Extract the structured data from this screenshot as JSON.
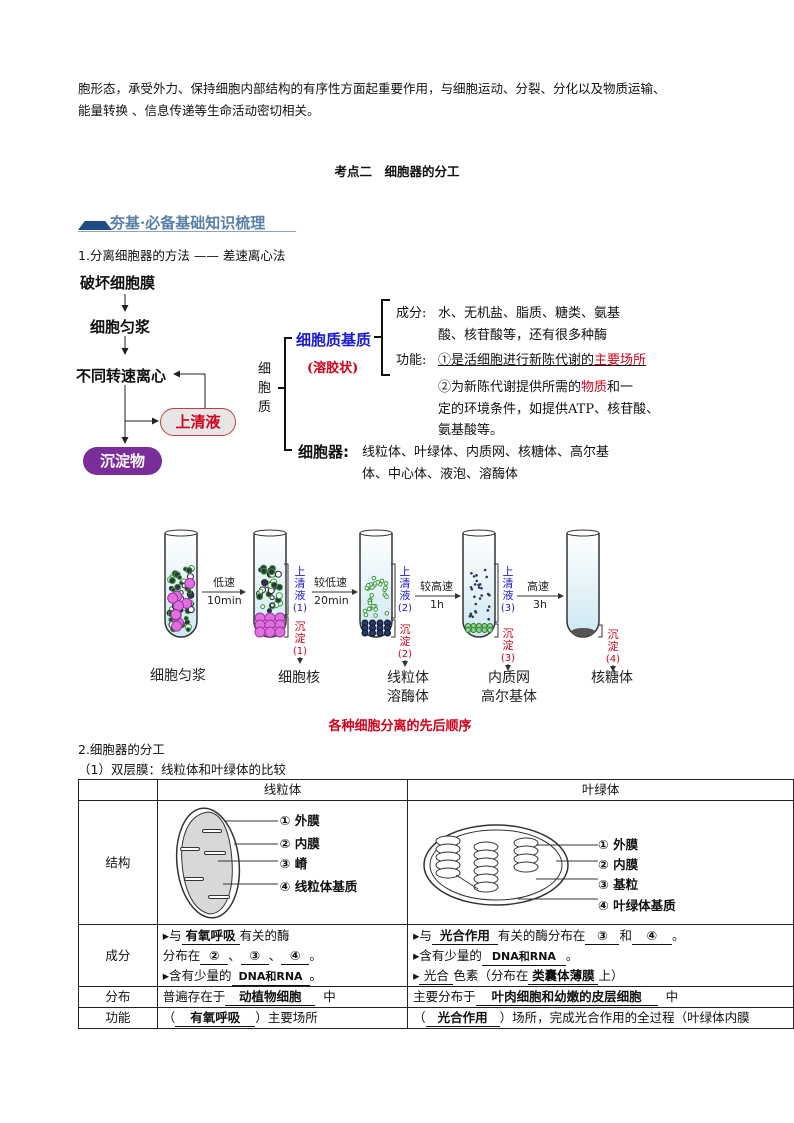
{
  "intro": {
    "line1": "胞形态，承受外力、保持细胞内部结构的有序性方面起重要作用，与细胞运动、分裂、分化以及物质运输、",
    "line2": "能量转换 、信息传递等生命活动密切相关。"
  },
  "section_title": "考点二　细胞器的分工",
  "banner": "夯基·必备基础知识梳理",
  "item1": "1.分离细胞器的方法 —— 差速离心法",
  "flow": {
    "step1": "破坏细胞膜",
    "step2": "细胞匀浆",
    "step3": "不同转速离心",
    "supernatant": "上清液",
    "sediment": "沉淀物"
  },
  "cytoplasm": {
    "label": "细胞质",
    "matrix": "细胞质基质",
    "matrix_state": "(溶胶状)",
    "comp_label": "成分:",
    "comp_l1": "水、无机盐、脂质、糖类、氨基",
    "comp_l2": "酸、核苷酸等，还有很多种酶",
    "func_label": "功能:",
    "func1_a": "①是活细胞进行新陈代谢的",
    "func1_b": "主要场所",
    "func2_a": "②为新陈代谢提供所需的",
    "func2_b": "物质",
    "func2_c": "和一",
    "func2_l2": "定的环境条件，如提供ATP、核苷酸、",
    "func2_l3": "氨基酸等。",
    "organelle_label": "细胞器:",
    "organelle_l1": "线粒体、叶绿体、内质网、核糖体、高尔基",
    "organelle_l2": "体、中心体、液泡、溶酶体"
  },
  "centrifuge": {
    "homogenate": "细胞匀浆",
    "steps": [
      {
        "speed": "低速",
        "time": "10min"
      },
      {
        "speed": "较低速",
        "time": "20min"
      },
      {
        "speed": "较高速",
        "time": "1h"
      },
      {
        "speed": "高速",
        "time": "3h"
      }
    ],
    "sup": [
      "上",
      "清",
      "液"
    ],
    "sed": [
      "沉",
      "淀"
    ],
    "nums": [
      "(1)",
      "(2)",
      "(3)",
      "(4)"
    ],
    "products": [
      "细胞核",
      "线粒体",
      "溶酶体",
      "内质网",
      "高尔基体",
      "核糖体"
    ],
    "caption": "各种细胞分离的先后顺序"
  },
  "item2": "2.细胞器的分工",
  "item2_1": "（1）双层膜：线粒体和叶绿体的比较",
  "table": {
    "headers": [
      "",
      "线粒体",
      "叶绿体"
    ],
    "row_labels": [
      "结构",
      "成分",
      "分布",
      "功能"
    ],
    "mito_parts": [
      "① 外膜",
      "② 内膜",
      "③ 嵴",
      "④ 线粒体基质"
    ],
    "chloro_parts": [
      "① 外膜",
      "② 内膜",
      "③ 基粒",
      "④ 叶绿体基质"
    ],
    "mito_comp": {
      "a": "▸与",
      "b": "有氧呼吸",
      "c": "有关的酶",
      "d": "分布在",
      "e": "②",
      "f": "、",
      "g": "③",
      "h": "、",
      "i": "④",
      "j": "。",
      "k": "▸含有少量的",
      "l": "DNA和RNA",
      "m": "。"
    },
    "chloro_comp": {
      "a": "▸与",
      "b": "光合作用",
      "c": "有关的酶分布在",
      "d": "③",
      "e": "和",
      "f": "④",
      "g": "。",
      "h": "▸含有少量的",
      "i": "DNA和RNA",
      "j": "。",
      "k": "▸",
      "l": "光合",
      "m": "色素（分布在",
      "n": "类囊体薄膜",
      "o": "上）"
    },
    "mito_dist": {
      "a": "普遍存在于",
      "b": "动植物细胞",
      "c": "中"
    },
    "chloro_dist": {
      "a": "主要分布于",
      "b": "叶肉细胞和幼嫩的皮层细胞",
      "c": "中"
    },
    "mito_func": {
      "a": "（",
      "b": "有氧呼吸",
      "c": "）主要场所"
    },
    "chloro_func": {
      "a": "（",
      "b": "光合作用",
      "c": "）场所，完成光合作用的全过程（叶绿体内膜"
    }
  },
  "colors": {
    "banner": "#5a7fa8",
    "banner_block": "#1f4e86",
    "red": "#d0021b",
    "blue": "#1a1ad0",
    "purple": "#7a2e9a"
  }
}
